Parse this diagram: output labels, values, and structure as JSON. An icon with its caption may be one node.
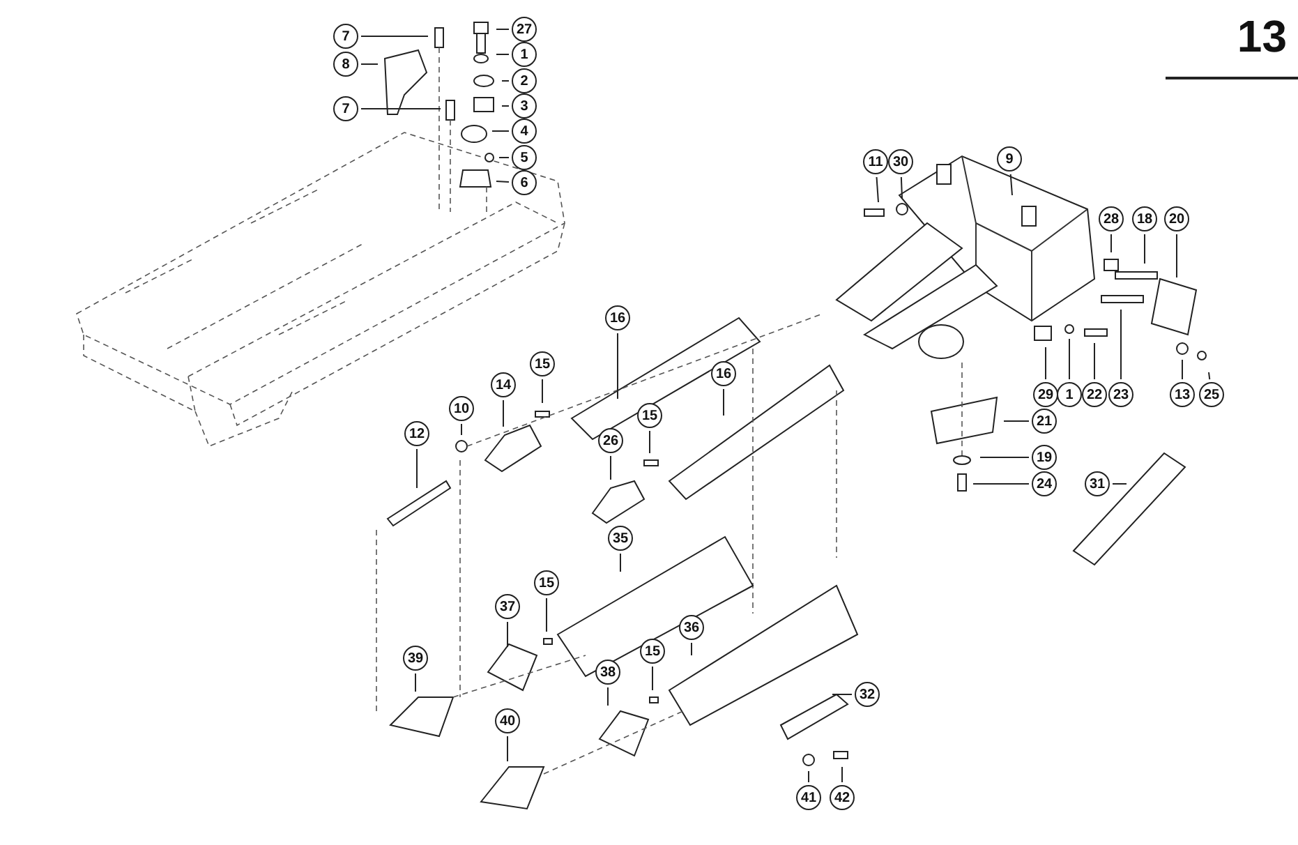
{
  "diagram": {
    "nodes": [
      {
        "text": [
          "7"
        ]
      },
      {
        "text": [
          "8"
        ]
      },
      {
        "text": [
          "7"
        ]
      },
      {
        "text": [
          "27"
        ]
      },
      {
        "text": [
          "1"
        ]
      },
      {
        "text": [
          "2"
        ]
      },
      {
        "text": [
          "3"
        ]
      },
      {
        "text": [
          "4"
        ]
      },
      {
        "text": [
          "5"
        ]
      },
      {
        "text": [
          "6"
        ]
      },
      {
        "text": [
          "11"
        ]
      },
      {
        "text": [
          "30"
        ]
      },
      {
        "text": [
          "9"
        ]
      },
      {
        "text": [
          "28"
        ]
      },
      {
        "text": [
          "18"
        ]
      },
      {
        "text": [
          "20"
        ]
      },
      {
        "text": [
          "16"
        ]
      },
      {
        "text": [
          "15"
        ]
      },
      {
        "text": [
          "14"
        ]
      },
      {
        "text": [
          "16"
        ]
      },
      {
        "text": [
          "29"
        ]
      },
      {
        "text": [
          "1"
        ]
      },
      {
        "text": [
          "22"
        ]
      },
      {
        "text": [
          "23"
        ]
      },
      {
        "text": [
          "13"
        ]
      },
      {
        "text": [
          "25"
        ]
      },
      {
        "text": [
          "10"
        ]
      },
      {
        "text": [
          "15"
        ]
      },
      {
        "text": [
          "21"
        ]
      },
      {
        "text": [
          "12"
        ]
      },
      {
        "text": [
          "26"
        ]
      },
      {
        "text": [
          "19"
        ]
      },
      {
        "text": [
          "24"
        ]
      },
      {
        "text": [
          "31"
        ]
      },
      {
        "text": [
          "35"
        ]
      },
      {
        "text": [
          "15"
        ]
      },
      {
        "text": [
          "37"
        ]
      },
      {
        "text": [
          "36"
        ]
      },
      {
        "text": [
          "15"
        ]
      },
      {
        "text": [
          "39"
        ]
      },
      {
        "text": [
          "38"
        ]
      },
      {
        "text": [
          "32"
        ]
      },
      {
        "text": [
          "40"
        ]
      },
      {
        "text": [
          "41"
        ]
      },
      {
        "text": [
          "42"
        ]
      }
    ],
    "edges": [
      {
        "from": 0,
        "to": null,
        "arrow": "none"
      },
      {
        "from": 1,
        "to": null,
        "arrow": "none"
      },
      {
        "from": 2,
        "to": null,
        "arrow": "none"
      },
      {
        "from": 3,
        "to": null,
        "arrow": "none"
      },
      {
        "from": 4,
        "to": null,
        "arrow": "none"
      },
      {
        "from": 5,
        "to": null,
        "arrow": "none"
      },
      {
        "from": 6,
        "to": null,
        "arrow": "none"
      },
      {
        "from": 7,
        "to": null,
        "arrow": "none"
      },
      {
        "from": 8,
        "to": null,
        "arrow": "none"
      },
      {
        "from": 9,
        "to": null,
        "arrow": "none"
      },
      {
        "from": 10,
        "to": null,
        "arrow": "none"
      },
      {
        "from": 11,
        "to": null,
        "arrow": "none"
      },
      {
        "from": 12,
        "to": null,
        "arrow": "none"
      },
      {
        "from": 13,
        "to": null,
        "arrow": "none"
      },
      {
        "from": 14,
        "to": null,
        "arrow": "none"
      },
      {
        "from": 15,
        "to": null,
        "arrow": "none"
      },
      {
        "from": 16,
        "to": null,
        "arrow": "none"
      },
      {
        "from": 17,
        "to": null,
        "arrow": "none"
      },
      {
        "from": 18,
        "to": null,
        "arrow": "none"
      },
      {
        "from": 19,
        "to": null,
        "arrow": "none"
      },
      {
        "from": 20,
        "to": null,
        "arrow": "none"
      },
      {
        "from": 21,
        "to": null,
        "arrow": "none"
      },
      {
        "from": 22,
        "to": null,
        "arrow": "none"
      },
      {
        "from": 23,
        "to": null,
        "arrow": "none"
      },
      {
        "from": 24,
        "to": null,
        "arrow": "none"
      },
      {
        "from": 25,
        "to": null,
        "arrow": "none"
      },
      {
        "from": 26,
        "to": null,
        "arrow": "none"
      },
      {
        "from": 27,
        "to": null,
        "arrow": "none"
      },
      {
        "from": 28,
        "to": null,
        "arrow": "none"
      },
      {
        "from": 29,
        "to": null,
        "arrow": "none"
      },
      {
        "from": 30,
        "to": null,
        "arrow": "none"
      },
      {
        "from": 31,
        "to": null,
        "arrow": "none"
      },
      {
        "from": 32,
        "to": null,
        "arrow": "none"
      },
      {
        "from": 33,
        "to": null,
        "arrow": "none"
      },
      {
        "from": 34,
        "to": null,
        "arrow": "none"
      },
      {
        "from": 35,
        "to": null,
        "arrow": "none"
      },
      {
        "from": 36,
        "to": null,
        "arrow": "none"
      },
      {
        "from": 37,
        "to": null,
        "arrow": "none"
      },
      {
        "from": 38,
        "to": null,
        "arrow": "none"
      },
      {
        "from": 39,
        "to": null,
        "arrow": "none"
      },
      {
        "from": 40,
        "to": null,
        "arrow": "none"
      },
      {
        "from": 41,
        "to": null,
        "arrow": "none"
      },
      {
        "from": 42,
        "to": null,
        "arrow": "none"
      },
      {
        "from": 43,
        "to": null,
        "arrow": "none"
      },
      {
        "from": 44,
        "to": null,
        "arrow": "none"
      }
    ],
    "labels": [
      "13"
    ]
  }
}
